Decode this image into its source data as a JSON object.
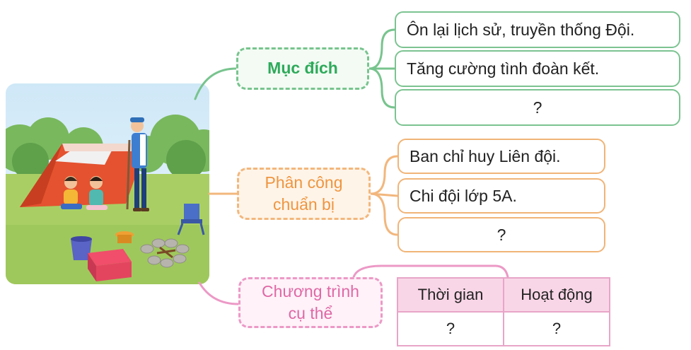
{
  "categories": {
    "purpose": {
      "title": "Mục đích",
      "items": [
        "Ôn lại lịch sử, truyền thống Đội.",
        "Tăng cường tình đoàn kết.",
        "?"
      ]
    },
    "assignment": {
      "title_line1": "Phân công",
      "title_line2": "chuẩn bị",
      "items": [
        "Ban chỉ huy Liên đội.",
        "Chi đội lớp 5A.",
        "?"
      ]
    },
    "program": {
      "title_line1": "Chương trình",
      "title_line2": "cụ thể",
      "table": {
        "headers": [
          "Thời gian",
          "Hoạt động"
        ],
        "rows": [
          [
            "?",
            "?"
          ]
        ]
      }
    }
  },
  "colors": {
    "green": "#78c48e",
    "orange": "#f2b77d",
    "pink": "#ec99c6",
    "table_header_bg": "#f9d6e7"
  }
}
